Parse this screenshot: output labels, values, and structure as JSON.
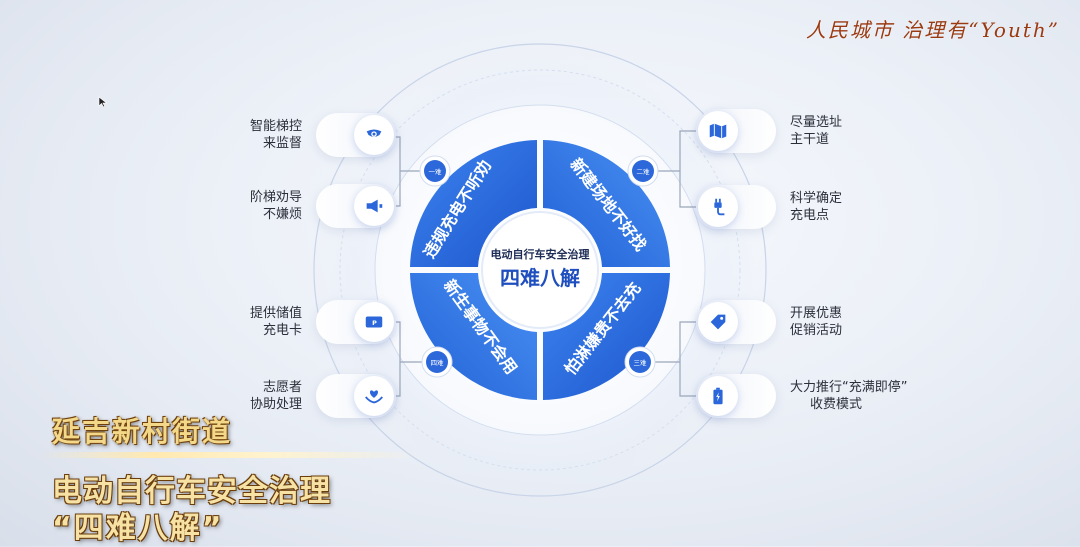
{
  "watermark": "人民城市 治理有“Youth”",
  "center": {
    "subtitle": "电动自行车安全治理",
    "title": "四难八解"
  },
  "quadrants": [
    {
      "text": "违规充电不听劝",
      "tag": "一难"
    },
    {
      "text": "新建场地不好找",
      "tag": "二难"
    },
    {
      "text": "怕淋嫌贵不去充",
      "tag": "三难"
    },
    {
      "text": "新生事物不会用",
      "tag": "四难"
    }
  ],
  "solutions_left": [
    {
      "label": "智能梯控来监督",
      "line1": "智能梯控",
      "line2": "来监督",
      "icon": "camera-icon"
    },
    {
      "label": "阶梯劝导不嫌烦",
      "line1": "阶梯劝导",
      "line2": "不嫌烦",
      "icon": "megaphone-icon"
    },
    {
      "label": "提供储值充电卡",
      "line1": "提供储值",
      "line2": "充电卡",
      "icon": "card-icon"
    },
    {
      "label": "志愿者协助处理",
      "line1": "志愿者",
      "line2": "协助处理",
      "icon": "heart-hands-icon"
    }
  ],
  "solutions_right": [
    {
      "label": "尽量选址主干道",
      "line1": "尽量选址",
      "line2": "主干道",
      "icon": "map-icon"
    },
    {
      "label": "科学确定充电点",
      "line1": "科学确定",
      "line2": "充电点",
      "icon": "plug-icon"
    },
    {
      "label": "开展优惠促销活动",
      "line1": "开展优惠",
      "line2": "促销活动",
      "icon": "tag-icon"
    },
    {
      "label": "大力推行充满即停收费模式",
      "line1": "大力推行“充满即停”",
      "line2": "收费模式",
      "icon": "battery-icon"
    }
  ],
  "caption": {
    "location": "延吉新村街道",
    "line1": "电动自行车安全治理",
    "line2": "“四难八解”"
  },
  "colors": {
    "blue_main": "#2f6fe0",
    "blue_light": "#4a8cf0",
    "gold_text": "#f3d88a",
    "watermark": "#9a3a12"
  }
}
